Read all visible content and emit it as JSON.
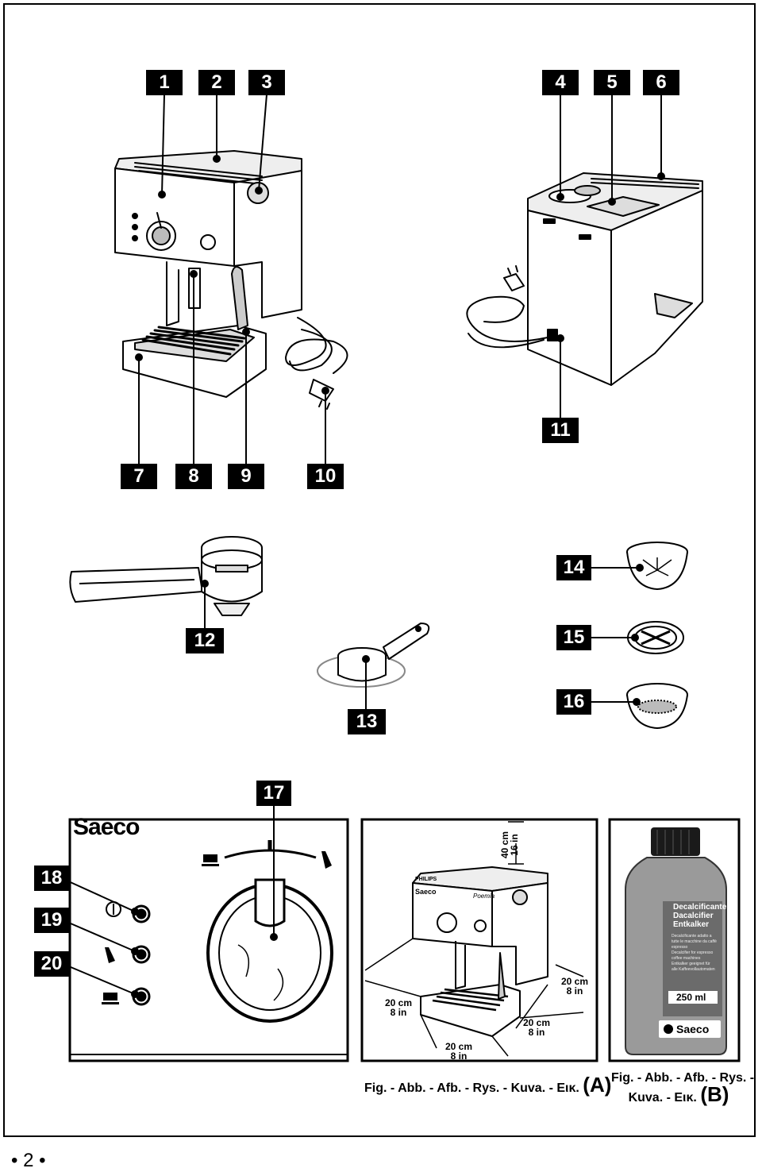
{
  "callouts": [
    "1",
    "2",
    "3",
    "4",
    "5",
    "6",
    "7",
    "8",
    "9",
    "10",
    "11",
    "12",
    "13",
    "14",
    "15",
    "16",
    "17",
    "18",
    "19",
    "20"
  ],
  "brand": {
    "philips": "PHILIPS",
    "saeco": "Saeco",
    "model": "Poemia",
    "panel_logo": "Saeco"
  },
  "clearance": {
    "top": [
      "40 cm",
      "16 in"
    ],
    "left": [
      "20 cm",
      "8 in"
    ],
    "right": [
      "20 cm",
      "8 in"
    ],
    "front_right": [
      "20 cm",
      "8 in"
    ],
    "front": [
      "20 cm",
      "8 in"
    ]
  },
  "bottle": {
    "lines": [
      "Decalcificante",
      "Dacalcifier",
      "Entkalker"
    ],
    "small_text": [
      "Decalcificante adatto a",
      "tutte le macchine da caffè",
      "espresso",
      "Decalcifier for espresso",
      "coffee machines",
      "Entkalker geeignet für",
      "alle Kaffeevollautomaten"
    ],
    "volume": "250 ml",
    "brand": "Saeco"
  },
  "captions": {
    "a_text": "Fig. - Abb. - Afb. - Rys. - Kuva. - Εικ.",
    "a_letter": "(A)",
    "b_line1": "Fig. - Abb. - Afb. - Rys. -",
    "b_line2": "Kuva. - Εικ.",
    "b_letter": "(B)"
  },
  "page_number": "2"
}
